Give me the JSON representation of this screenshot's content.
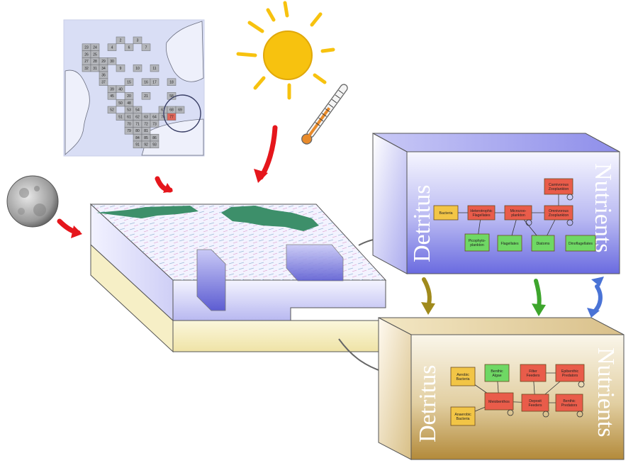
{
  "map": {
    "cells": [
      {
        "label": "2",
        "row": 0,
        "col": 4
      },
      {
        "label": "3",
        "row": 0,
        "col": 6
      },
      {
        "label": "23",
        "row": 1,
        "col": 0
      },
      {
        "label": "24",
        "row": 1,
        "col": 1
      },
      {
        "label": "4",
        "row": 1,
        "col": 3
      },
      {
        "label": "6",
        "row": 1,
        "col": 5
      },
      {
        "label": "7",
        "row": 1,
        "col": 7
      },
      {
        "label": "26",
        "row": 2,
        "col": 0
      },
      {
        "label": "25",
        "row": 2,
        "col": 1
      },
      {
        "label": "27",
        "row": 3,
        "col": 0
      },
      {
        "label": "28",
        "row": 3,
        "col": 1
      },
      {
        "label": "29",
        "row": 3,
        "col": 2
      },
      {
        "label": "30",
        "row": 3,
        "col": 3
      },
      {
        "label": "32",
        "row": 4,
        "col": 0
      },
      {
        "label": "31",
        "row": 4,
        "col": 1
      },
      {
        "label": "34",
        "row": 4,
        "col": 2
      },
      {
        "label": "9",
        "row": 4,
        "col": 4
      },
      {
        "label": "10",
        "row": 4,
        "col": 6
      },
      {
        "label": "11",
        "row": 4,
        "col": 8
      },
      {
        "label": "36",
        "row": 5,
        "col": 2
      },
      {
        "label": "37",
        "row": 6,
        "col": 2
      },
      {
        "label": "15",
        "row": 6,
        "col": 5
      },
      {
        "label": "16",
        "row": 6,
        "col": 7
      },
      {
        "label": "17",
        "row": 6,
        "col": 8
      },
      {
        "label": "18",
        "row": 6,
        "col": 10
      },
      {
        "label": "39",
        "row": 7,
        "col": 3
      },
      {
        "label": "40",
        "row": 7,
        "col": 4
      },
      {
        "label": "45",
        "row": 8,
        "col": 3
      },
      {
        "label": "20",
        "row": 8,
        "col": 5
      },
      {
        "label": "21",
        "row": 8,
        "col": 7
      },
      {
        "label": "58",
        "row": 8,
        "col": 10
      },
      {
        "label": "50",
        "row": 9,
        "col": 4
      },
      {
        "label": "48",
        "row": 9,
        "col": 5
      },
      {
        "label": "52",
        "row": 10,
        "col": 3
      },
      {
        "label": "53",
        "row": 10,
        "col": 5
      },
      {
        "label": "54",
        "row": 10,
        "col": 6
      },
      {
        "label": "67",
        "row": 10,
        "col": 9
      },
      {
        "label": "68",
        "row": 10,
        "col": 10
      },
      {
        "label": "69",
        "row": 10,
        "col": 11
      },
      {
        "label": "51",
        "row": 11,
        "col": 4
      },
      {
        "label": "61",
        "row": 11,
        "col": 5
      },
      {
        "label": "62",
        "row": 11,
        "col": 6
      },
      {
        "label": "63",
        "row": 11,
        "col": 7
      },
      {
        "label": "64",
        "row": 11,
        "col": 8
      },
      {
        "label": "76",
        "row": 11,
        "col": 9
      },
      {
        "label": "77",
        "row": 11,
        "col": 10
      },
      {
        "label": "70",
        "row": 12,
        "col": 5
      },
      {
        "label": "71",
        "row": 12,
        "col": 6
      },
      {
        "label": "72",
        "row": 12,
        "col": 7
      },
      {
        "label": "73",
        "row": 12,
        "col": 8
      },
      {
        "label": "79",
        "row": 13,
        "col": 5
      },
      {
        "label": "80",
        "row": 13,
        "col": 6
      },
      {
        "label": "81",
        "row": 13,
        "col": 7
      },
      {
        "label": "84",
        "row": 14,
        "col": 6
      },
      {
        "label": "85",
        "row": 14,
        "col": 7
      },
      {
        "label": "86",
        "row": 14,
        "col": 8
      },
      {
        "label": "91",
        "row": 15,
        "col": 6
      },
      {
        "label": "92",
        "row": 15,
        "col": 7
      },
      {
        "label": "93",
        "row": 15,
        "col": 8
      }
    ]
  },
  "pelagic_box": {
    "left_label": "Detritus",
    "right_label": "Nutrients",
    "nodes": [
      {
        "id": "bacteria",
        "lines": [
          "Bacteria"
        ],
        "kind": "decomposer"
      },
      {
        "id": "hetflag",
        "lines": [
          "Heterotrophic",
          "Flagellates"
        ],
        "kind": "consumer"
      },
      {
        "id": "micro",
        "lines": [
          "Microzoo-",
          "plankton"
        ],
        "kind": "consumer"
      },
      {
        "id": "omni",
        "lines": [
          "Omnivorous",
          "Zooplankton"
        ],
        "kind": "consumer"
      },
      {
        "id": "carni",
        "lines": [
          "Carnivorous",
          "Zooplankton"
        ],
        "kind": "consumer"
      },
      {
        "id": "picophyto",
        "lines": [
          "Picophyto-",
          "plankton"
        ],
        "kind": "producer"
      },
      {
        "id": "flagellates",
        "lines": [
          "Flagellates"
        ],
        "kind": "producer"
      },
      {
        "id": "diatoms",
        "lines": [
          "Diatoms"
        ],
        "kind": "producer"
      },
      {
        "id": "dinoflagellates",
        "lines": [
          "Dinoflagellates"
        ],
        "kind": "producer"
      }
    ]
  },
  "benthic_box": {
    "left_label": "Detritus",
    "right_label": "Nutrients",
    "nodes": [
      {
        "id": "aerobic",
        "lines": [
          "Aerobic",
          "Bacteria"
        ],
        "kind": "decomposer"
      },
      {
        "id": "anaerobic",
        "lines": [
          "Anaerobic",
          "Bacteria"
        ],
        "kind": "decomposer"
      },
      {
        "id": "algae",
        "lines": [
          "Benthic",
          "Algae"
        ],
        "kind": "producer"
      },
      {
        "id": "meio",
        "lines": [
          "Meiobenthos"
        ],
        "kind": "consumer"
      },
      {
        "id": "filter",
        "lines": [
          "Filter",
          "Feeders"
        ],
        "kind": "consumer"
      },
      {
        "id": "deposit",
        "lines": [
          "Deposit",
          "Feeders"
        ],
        "kind": "consumer"
      },
      {
        "id": "epi",
        "lines": [
          "Epibenthic",
          "Predators"
        ],
        "kind": "consumer"
      },
      {
        "id": "benthpred",
        "lines": [
          "Benthic",
          "Predators"
        ],
        "kind": "consumer"
      }
    ]
  },
  "colors": {
    "producer": "#6fd864",
    "consumer": "#e95c4a",
    "decomposer": "#f2c546",
    "forcing_arrow": "#e5161c",
    "detritus_arrow": "#a08a1c",
    "nutrient_down_arrow": "#3da52c",
    "nutrient_exchange_arrow": "#4a73d6",
    "pelagic_front": "#6a6be0",
    "benthic_front": "#c2a052",
    "sun": "#f7c20f"
  },
  "icons": [
    "map-inset",
    "sun-icon",
    "thermometer-icon",
    "moon-icon"
  ]
}
